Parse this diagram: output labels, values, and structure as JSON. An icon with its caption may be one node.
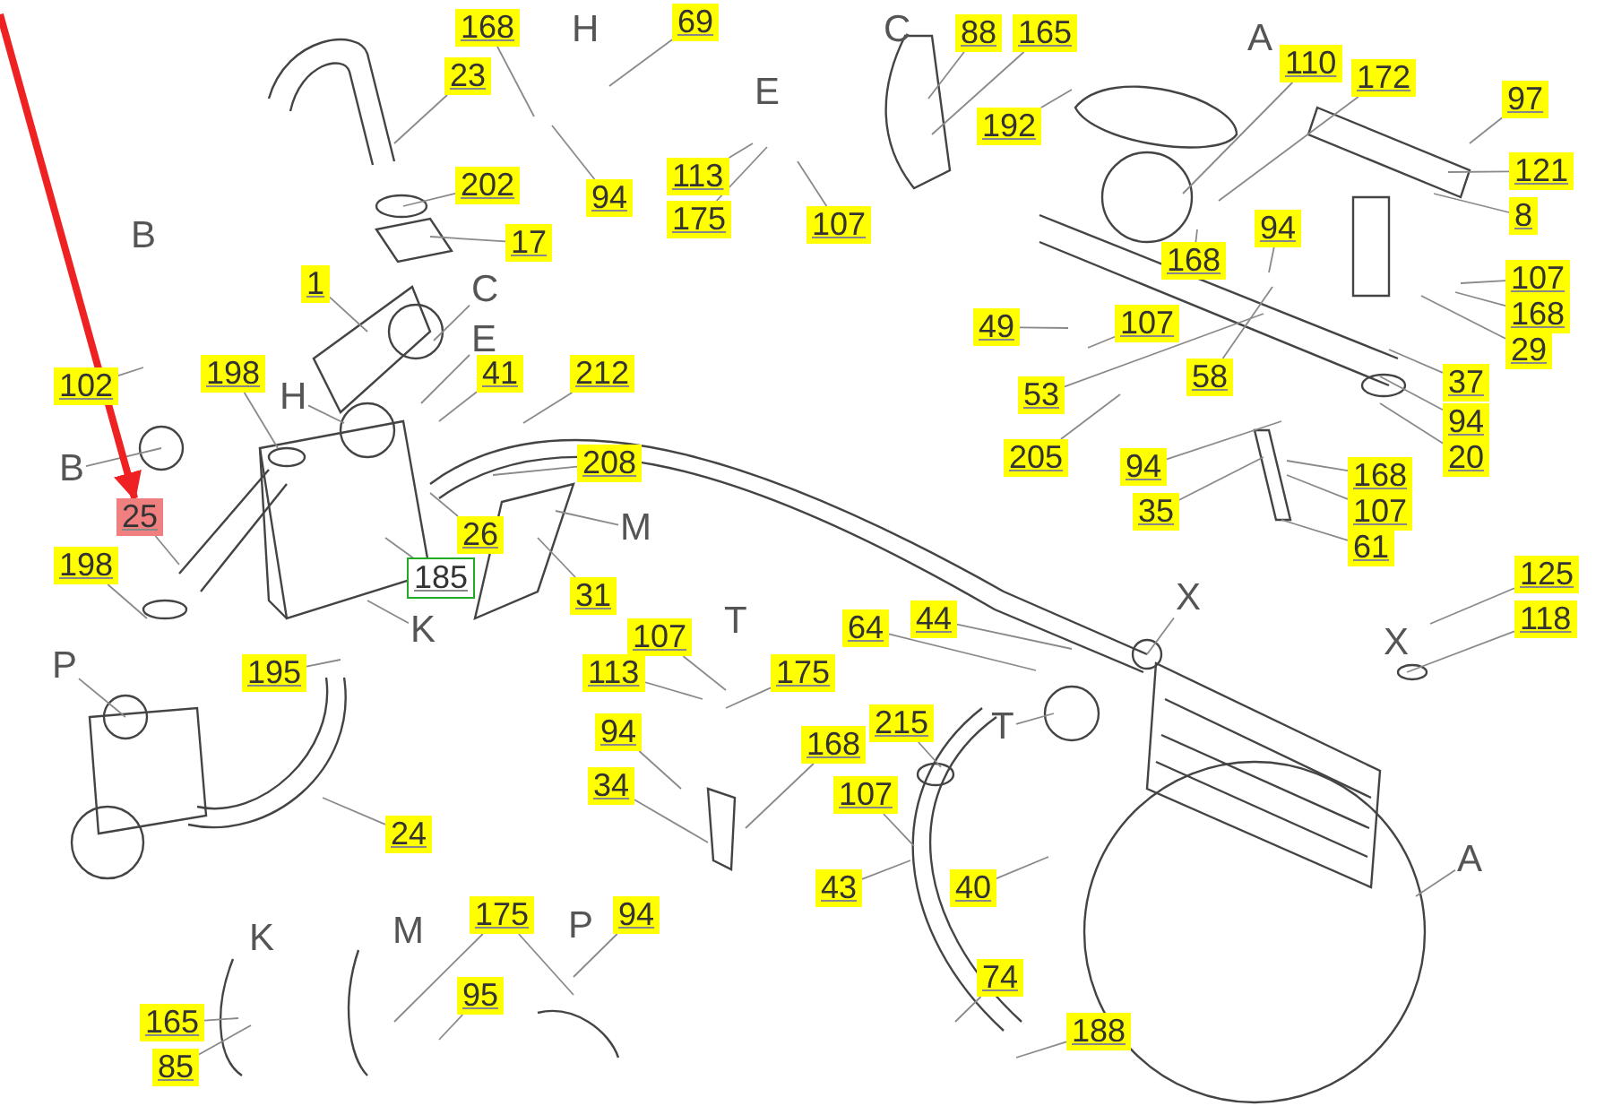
{
  "diagram": {
    "nodes": [
      {
        "text": [
          "168"
        ]
      },
      {
        "text": [
          "23"
        ]
      },
      {
        "text": [
          "202"
        ]
      },
      {
        "text": [
          "17"
        ]
      },
      {
        "text": [
          "1"
        ]
      },
      {
        "text": [
          "69"
        ]
      },
      {
        "text": [
          "94"
        ]
      },
      {
        "text": [
          "113"
        ]
      },
      {
        "text": [
          "175"
        ]
      },
      {
        "text": [
          "107"
        ]
      },
      {
        "text": [
          "88"
        ]
      },
      {
        "text": [
          "165"
        ]
      },
      {
        "text": [
          "192"
        ]
      },
      {
        "text": [
          "110"
        ]
      },
      {
        "text": [
          "172"
        ]
      },
      {
        "text": [
          "97"
        ]
      },
      {
        "text": [
          "121"
        ]
      },
      {
        "text": [
          "8"
        ]
      },
      {
        "text": [
          "168"
        ]
      },
      {
        "text": [
          "94"
        ]
      },
      {
        "text": [
          "107"
        ]
      },
      {
        "text": [
          "168"
        ]
      },
      {
        "text": [
          "29"
        ]
      },
      {
        "text": [
          "49"
        ]
      },
      {
        "text": [
          "107"
        ]
      },
      {
        "text": [
          "53"
        ]
      },
      {
        "text": [
          "58"
        ]
      },
      {
        "text": [
          "37"
        ]
      },
      {
        "text": [
          "94"
        ]
      },
      {
        "text": [
          "20"
        ]
      },
      {
        "text": [
          "205"
        ]
      },
      {
        "text": [
          "94"
        ]
      },
      {
        "text": [
          "35"
        ]
      },
      {
        "text": [
          "168"
        ]
      },
      {
        "text": [
          "107"
        ]
      },
      {
        "text": [
          "61"
        ]
      },
      {
        "text": [
          "102"
        ]
      },
      {
        "text": [
          "198"
        ]
      },
      {
        "text": [
          "41"
        ]
      },
      {
        "text": [
          "212"
        ]
      },
      {
        "text": [
          "208"
        ]
      },
      {
        "text": [
          "26"
        ]
      },
      {
        "text": [
          "185"
        ]
      },
      {
        "text": [
          "31"
        ]
      },
      {
        "text": [
          "25"
        ]
      },
      {
        "text": [
          "198"
        ]
      },
      {
        "text": [
          "195"
        ]
      },
      {
        "text": [
          "24"
        ]
      },
      {
        "text": [
          "107"
        ]
      },
      {
        "text": [
          "113"
        ]
      },
      {
        "text": [
          "175"
        ]
      },
      {
        "text": [
          "64"
        ]
      },
      {
        "text": [
          "44"
        ]
      },
      {
        "text": [
          "94"
        ]
      },
      {
        "text": [
          "34"
        ]
      },
      {
        "text": [
          "168"
        ]
      },
      {
        "text": [
          "107"
        ]
      },
      {
        "text": [
          "215"
        ]
      },
      {
        "text": [
          "43"
        ]
      },
      {
        "text": [
          "40"
        ]
      },
      {
        "text": [
          "125"
        ]
      },
      {
        "text": [
          "118"
        ]
      },
      {
        "text": [
          "74"
        ]
      },
      {
        "text": [
          "188"
        ]
      },
      {
        "text": [
          "175"
        ]
      },
      {
        "text": [
          "95"
        ]
      },
      {
        "text": [
          "94"
        ]
      },
      {
        "text": [
          "165"
        ]
      },
      {
        "text": [
          "85"
        ]
      },
      {
        "text": [
          "B"
        ]
      },
      {
        "text": [
          "H"
        ]
      },
      {
        "text": [
          "C"
        ]
      },
      {
        "text": [
          "E"
        ]
      },
      {
        "text": [
          "M"
        ]
      },
      {
        "text": [
          "K"
        ]
      },
      {
        "text": [
          "P"
        ]
      },
      {
        "text": [
          "T"
        ]
      },
      {
        "text": [
          "X"
        ]
      },
      {
        "text": [
          "A"
        ]
      }
    ],
    "edges": [
      {
        "from": 0,
        "to": null,
        "arrow": "none"
      },
      {
        "from": 1,
        "to": null,
        "arrow": "none"
      },
      {
        "from": 2,
        "to": null,
        "arrow": "none"
      },
      {
        "from": 3,
        "to": null,
        "arrow": "none"
      },
      {
        "from": 4,
        "to": null,
        "arrow": "none"
      },
      {
        "from": 5,
        "to": null,
        "arrow": "none"
      },
      {
        "from": 6,
        "to": null,
        "arrow": "none"
      },
      {
        "from": 7,
        "to": null,
        "arrow": "none"
      },
      {
        "from": 8,
        "to": null,
        "arrow": "none"
      },
      {
        "from": 9,
        "to": null,
        "arrow": "none"
      },
      {
        "from": 10,
        "to": null,
        "arrow": "none"
      },
      {
        "from": 11,
        "to": null,
        "arrow": "none"
      },
      {
        "from": 12,
        "to": null,
        "arrow": "none"
      },
      {
        "from": 13,
        "to": null,
        "arrow": "none"
      },
      {
        "from": 14,
        "to": null,
        "arrow": "none"
      },
      {
        "from": 15,
        "to": null,
        "arrow": "none"
      },
      {
        "from": 16,
        "to": null,
        "arrow": "none"
      },
      {
        "from": 17,
        "to": null,
        "arrow": "none"
      },
      {
        "from": 18,
        "to": null,
        "arrow": "none"
      },
      {
        "from": 19,
        "to": null,
        "arrow": "none"
      },
      {
        "from": 20,
        "to": null,
        "arrow": "none"
      },
      {
        "from": 21,
        "to": null,
        "arrow": "none"
      },
      {
        "from": 22,
        "to": null,
        "arrow": "none"
      },
      {
        "from": 23,
        "to": null,
        "arrow": "none"
      },
      {
        "from": 24,
        "to": null,
        "arrow": "none"
      },
      {
        "from": 25,
        "to": null,
        "arrow": "none"
      },
      {
        "from": 26,
        "to": null,
        "arrow": "none"
      },
      {
        "from": 27,
        "to": null,
        "arrow": "none"
      },
      {
        "from": 28,
        "to": null,
        "arrow": "none"
      },
      {
        "from": 29,
        "to": null,
        "arrow": "none"
      },
      {
        "from": 30,
        "to": null,
        "arrow": "none"
      },
      {
        "from": 31,
        "to": null,
        "arrow": "none"
      },
      {
        "from": 32,
        "to": null,
        "arrow": "none"
      },
      {
        "from": 33,
        "to": null,
        "arrow": "none"
      },
      {
        "from": 34,
        "to": null,
        "arrow": "none"
      },
      {
        "from": 35,
        "to": null,
        "arrow": "none"
      },
      {
        "from": 36,
        "to": null,
        "arrow": "none"
      },
      {
        "from": 37,
        "to": null,
        "arrow": "none"
      },
      {
        "from": 38,
        "to": null,
        "arrow": "none"
      },
      {
        "from": 39,
        "to": null,
        "arrow": "none"
      },
      {
        "from": 40,
        "to": null,
        "arrow": "none"
      },
      {
        "from": 41,
        "to": null,
        "arrow": "none"
      },
      {
        "from": 42,
        "to": null,
        "arrow": "none"
      },
      {
        "from": 43,
        "to": null,
        "arrow": "none"
      },
      {
        "from": 44,
        "to": null,
        "arrow": "none"
      },
      {
        "from": 45,
        "to": null,
        "arrow": "none"
      },
      {
        "from": 46,
        "to": null,
        "arrow": "none"
      },
      {
        "from": 47,
        "to": null,
        "arrow": "none"
      },
      {
        "from": 48,
        "to": null,
        "arrow": "none"
      },
      {
        "from": 49,
        "to": null,
        "arrow": "none"
      },
      {
        "from": 50,
        "to": null,
        "arrow": "none"
      },
      {
        "from": 51,
        "to": null,
        "arrow": "none"
      },
      {
        "from": 52,
        "to": null,
        "arrow": "none"
      },
      {
        "from": 53,
        "to": null,
        "arrow": "none"
      },
      {
        "from": 54,
        "to": null,
        "arrow": "none"
      },
      {
        "from": 55,
        "to": null,
        "arrow": "none"
      },
      {
        "from": 56,
        "to": null,
        "arrow": "none"
      },
      {
        "from": 57,
        "to": null,
        "arrow": "none"
      },
      {
        "from": 58,
        "to": null,
        "arrow": "none"
      },
      {
        "from": 59,
        "to": null,
        "arrow": "none"
      },
      {
        "from": 60,
        "to": null,
        "arrow": "none"
      },
      {
        "from": 61,
        "to": null,
        "arrow": "none"
      },
      {
        "from": 62,
        "to": null,
        "arrow": "none"
      },
      {
        "from": 63,
        "to": null,
        "arrow": "none"
      },
      {
        "from": 64,
        "to": null,
        "arrow": "none"
      },
      {
        "from": 65,
        "to": null,
        "arrow": "none"
      },
      {
        "from": 66,
        "to": null,
        "arrow": "none"
      },
      {
        "from": 67,
        "to": null,
        "arrow": "none"
      },
      {
        "from": 68,
        "to": null,
        "arrow": "none"
      },
      {
        "from": 64,
        "to": null,
        "arrow": "none"
      },
      {
        "from": 69,
        "to": null,
        "arrow": "none"
      },
      {
        "from": 70,
        "to": null,
        "arrow": "none"
      },
      {
        "from": 71,
        "to": null,
        "arrow": "none"
      },
      {
        "from": 72,
        "to": null,
        "arrow": "none"
      },
      {
        "from": 73,
        "to": null,
        "arrow": "none"
      },
      {
        "from": 74,
        "to": null,
        "arrow": "none"
      },
      {
        "from": 75,
        "to": null,
        "arrow": "none"
      },
      {
        "from": 76,
        "to": null,
        "arrow": "none"
      },
      {
        "from": 77,
        "to": null,
        "arrow": "none"
      },
      {
        "from": 78,
        "to": null,
        "arrow": "none"
      },
      {
        "from": null,
        "to": 44,
        "arrow": "to",
        "style": "thick",
        "color": "#ee2222"
      }
    ],
    "labels": [
      "H",
      "E",
      "C",
      "A",
      "B",
      "T",
      "X",
      "K",
      "M",
      "P"
    ]
  }
}
